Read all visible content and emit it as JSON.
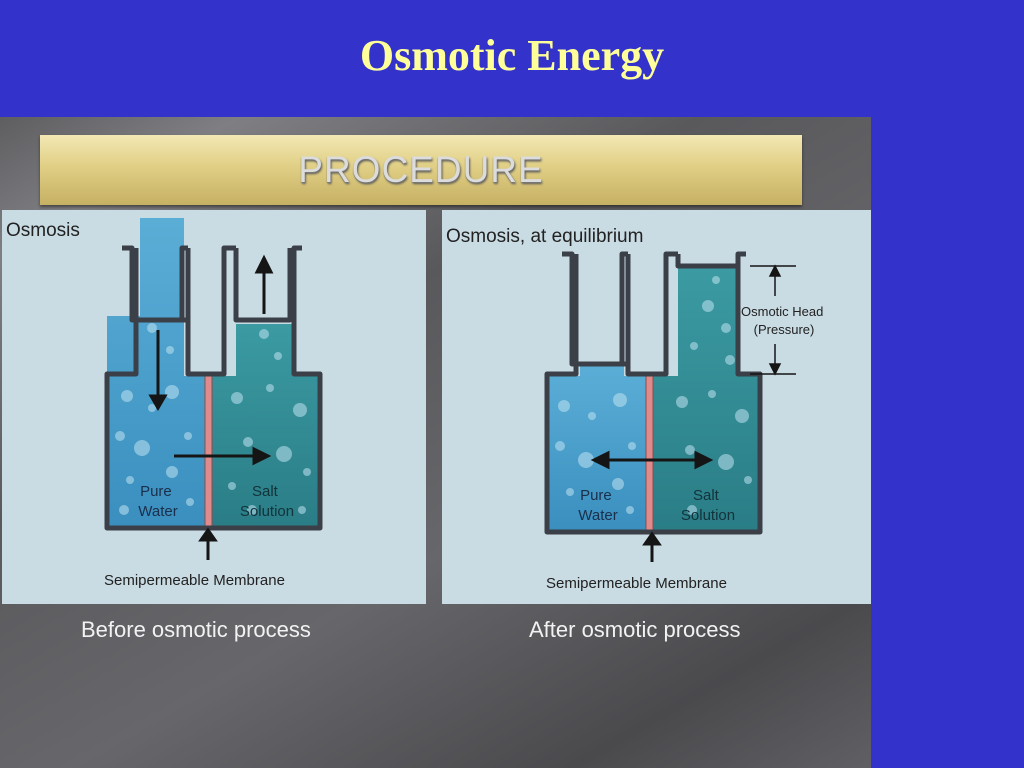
{
  "slide": {
    "title": "Osmotic Energy"
  },
  "banner": {
    "label": "PROCEDURE"
  },
  "panels": [
    {
      "title": "Osmosis",
      "left_label": [
        "Pure",
        "Water"
      ],
      "right_label": [
        "Salt",
        "Solution"
      ],
      "membrane_label": "Semipermeable Membrane",
      "caption": "Before osmotic process"
    },
    {
      "title": "Osmosis, at equilibrium",
      "left_label": [
        "Pure",
        "Water"
      ],
      "right_label": [
        "Salt",
        "Solution"
      ],
      "membrane_label": "Semipermeable Membrane",
      "head_label": [
        "Osmotic Head",
        "(Pressure)"
      ],
      "caption": "After osmotic process"
    }
  ],
  "colors": {
    "slide_background": "#3333cc",
    "title": "#ffff99",
    "pure_water": "#4a9fcb",
    "salt_solution": "#2f8a93",
    "membrane": "#e08b8b",
    "panel_background": "#c9dbe3"
  }
}
